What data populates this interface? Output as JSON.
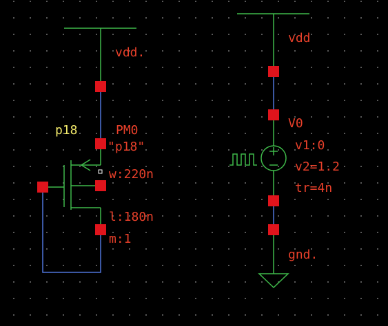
{
  "schematic": {
    "pmos": {
      "cell_name": "p18",
      "instance_name": "PM0",
      "model": "\"p18\"",
      "width": "w:220n",
      "length": "l:180n",
      "multiplier": "m:1",
      "supply_net": "vdd."
    },
    "vpulse": {
      "supply_net": "vdd",
      "instance_name": "V0",
      "v1": "v1:0",
      "v2": "v2=1.2",
      "tr": "tr=4n",
      "ground_net": "gnd."
    }
  },
  "colors": {
    "background": "#000000",
    "wire_green": "#3fb94a",
    "wire_blue": "#4f74d9",
    "pin_red": "#e0141c",
    "text_red": "#e8402a",
    "text_yellow": "#f2e96b"
  }
}
